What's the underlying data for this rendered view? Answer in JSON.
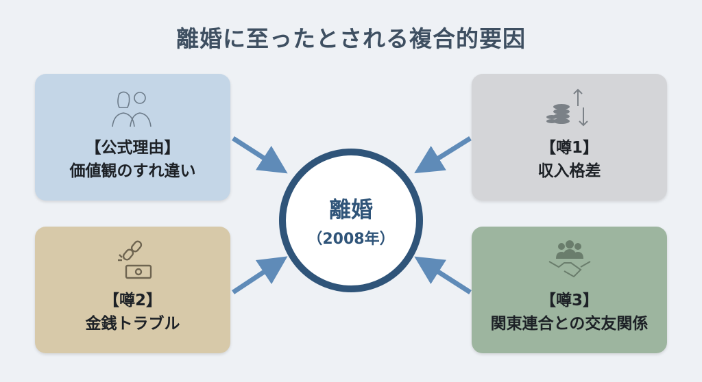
{
  "title": "離婚に至ったとされる複合的要因",
  "center": {
    "label": "離婚",
    "sub": "（2008年）"
  },
  "factors": [
    {
      "head": "【公式理由】",
      "body": "価値観のすれ違い",
      "icon": "couple-icon",
      "color": "#c4d6e7"
    },
    {
      "head": "【噂1】",
      "body": "収入格差",
      "icon": "coins-updown-icon",
      "color": "#d4d5d8"
    },
    {
      "head": "【噂2】",
      "body": "金銭トラブル",
      "icon": "broken-chain-money-icon",
      "color": "#d7c9a9"
    },
    {
      "head": "【噂3】",
      "body": "関東連合との交友関係",
      "icon": "group-handshake-icon",
      "color": "#9db59f"
    }
  ],
  "colors": {
    "accent": "#2f5479",
    "arrow": "#5f8bb8",
    "background": "#eef1f5"
  }
}
